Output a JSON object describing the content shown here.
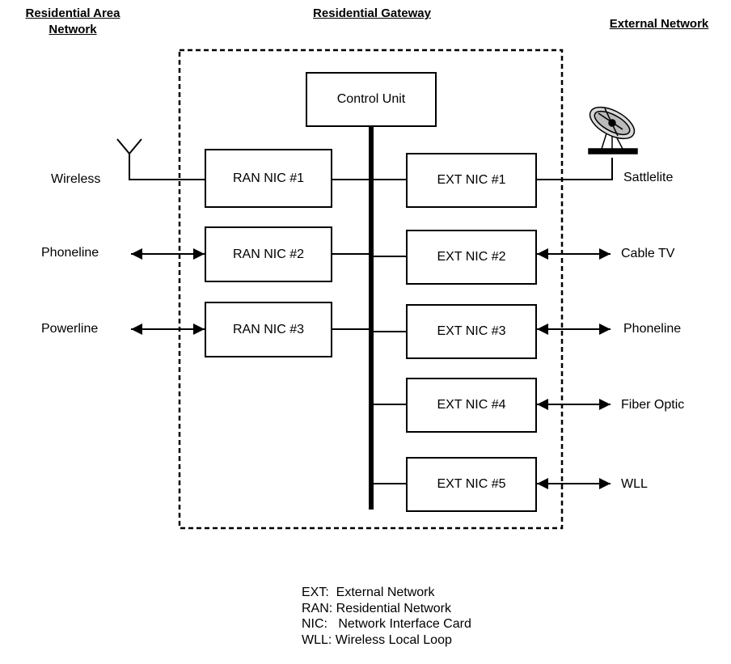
{
  "headers": {
    "residential_area_network": "Residential Area\nNetwork",
    "residential_gateway": "Residential Gateway",
    "external_network": "External Network"
  },
  "control_unit": "Control Unit",
  "ran_nics": [
    "RAN NIC #1",
    "RAN NIC #2",
    "RAN NIC #3"
  ],
  "ext_nics": [
    "EXT NIC #1",
    "EXT NIC #2",
    "EXT NIC #3",
    "EXT NIC #4",
    "EXT NIC #5"
  ],
  "ran_links": [
    "Wireless",
    "Phoneline",
    "Powerline"
  ],
  "ext_links": [
    "Sattlelite",
    "Cable TV",
    "Phoneline",
    "Fiber Optic",
    "WLL"
  ],
  "legend": [
    "EXT:  External Network",
    "RAN: Residential Network",
    "NIC:   Network Interface Card",
    "WLL: Wireless Local Loop"
  ]
}
